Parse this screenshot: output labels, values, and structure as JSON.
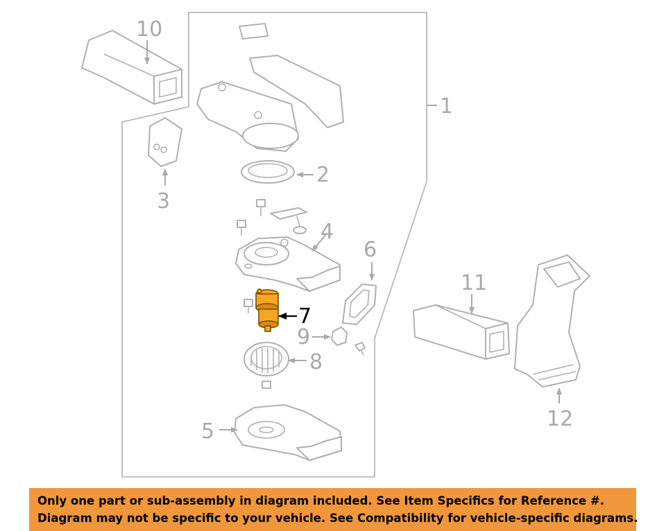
{
  "diagram": {
    "callouts": {
      "c1": "1",
      "c2": "2",
      "c3": "3",
      "c4": "4",
      "c5": "5",
      "c6": "6",
      "c7": "7",
      "c8": "8",
      "c9": "9",
      "c10": "10",
      "c11": "11",
      "c12": "12"
    },
    "highlighted_part": "7",
    "highlight_color": "#f5a623"
  },
  "notice": {
    "line1": "Only one part or sub-assembly in diagram included. See Item Specifics for Reference #.",
    "line2": "Diagram may not be specific to your vehicle. See Compatibility for vehicle-specific diagrams.",
    "background_color": "#f0973c"
  }
}
